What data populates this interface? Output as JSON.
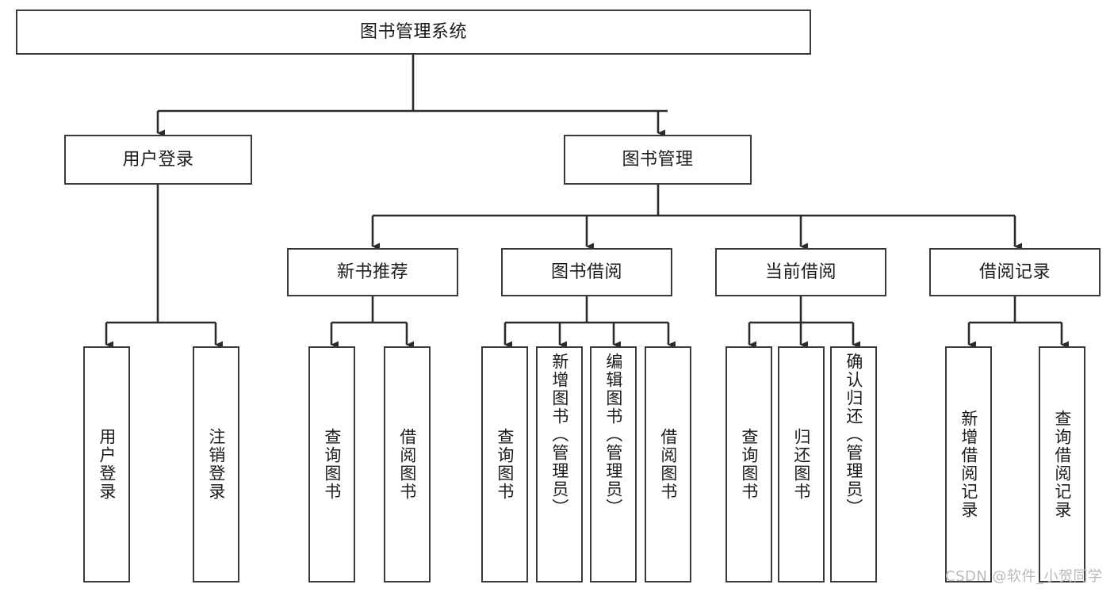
{
  "diagram": {
    "title": "图书管理系统",
    "type": "tree-hierarchy-diagram",
    "colors": {
      "box_border": "#3a3a3a",
      "box_fill": "#ffffff",
      "edge": "#2b2b2b",
      "text": "#1b1b1b",
      "watermark": "#b9b9b9",
      "background": "#ffffff"
    },
    "watermark": "CSDN @软件_小贺同学",
    "levels": {
      "root": "图书管理系统",
      "level2": [
        "用户登录",
        "图书管理"
      ],
      "level3": [
        "新书推荐",
        "图书借阅",
        "当前借阅",
        "借阅记录"
      ]
    },
    "nodes": {
      "root": {
        "label": "图书管理系统"
      },
      "user_login": {
        "label": "用户登录"
      },
      "book_manage": {
        "label": "图书管理"
      },
      "new_book_rec": {
        "label": "新书推荐"
      },
      "book_borrow": {
        "label": "图书借阅"
      },
      "current_borrow": {
        "label": "当前借阅"
      },
      "borrow_record": {
        "label": "借阅记录"
      },
      "leaf_user_login": {
        "label": "用户登录"
      },
      "leaf_logout_login": {
        "label": "注销登录"
      },
      "leaf_query_book_1": {
        "label": "查询图书"
      },
      "leaf_borrow_book_1": {
        "label": "借阅图书"
      },
      "leaf_query_book_2": {
        "label": "查询图书"
      },
      "leaf_add_book_admin": {
        "label": "新增图书（管理员）"
      },
      "leaf_edit_book_admin": {
        "label": "编辑图书（管理员）"
      },
      "leaf_borrow_book_2": {
        "label": "借阅图书"
      },
      "leaf_query_book_3": {
        "label": "查询图书"
      },
      "leaf_return_book": {
        "label": "归还图书"
      },
      "leaf_confirm_return_admin": {
        "label": "确认归还（管理员）"
      },
      "leaf_add_borrow_record": {
        "label": "新增借阅记录"
      },
      "leaf_query_borrow_record": {
        "label": "查询借阅记录"
      }
    },
    "tree": {
      "name": "图书管理系统",
      "children": [
        {
          "name": "用户登录",
          "children": [
            {
              "name": "用户登录"
            },
            {
              "name": "注销登录"
            }
          ]
        },
        {
          "name": "图书管理",
          "children": [
            {
              "name": "新书推荐",
              "children": [
                {
                  "name": "查询图书"
                },
                {
                  "name": "借阅图书"
                }
              ]
            },
            {
              "name": "图书借阅",
              "children": [
                {
                  "name": "查询图书"
                },
                {
                  "name": "新增图书（管理员）"
                },
                {
                  "name": "编辑图书（管理员）"
                },
                {
                  "name": "借阅图书"
                }
              ]
            },
            {
              "name": "当前借阅",
              "children": [
                {
                  "name": "查询图书"
                },
                {
                  "name": "归还图书"
                },
                {
                  "name": "确认归还（管理员）"
                }
              ]
            },
            {
              "name": "借阅记录",
              "children": [
                {
                  "name": "新增借阅记录"
                },
                {
                  "name": "查询借阅记录"
                }
              ]
            }
          ]
        }
      ]
    }
  }
}
